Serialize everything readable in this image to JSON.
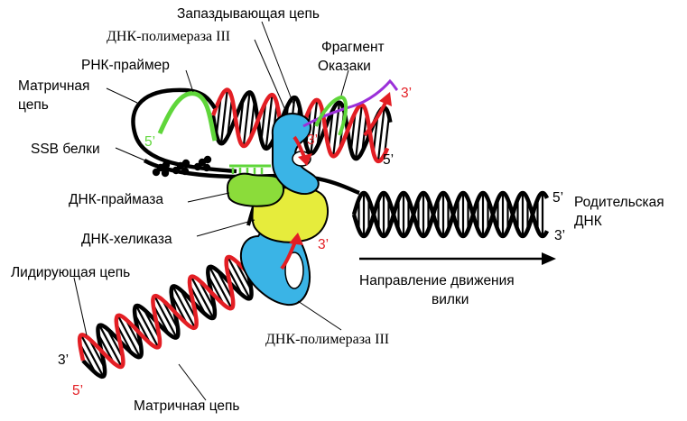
{
  "labels": {
    "lagging_strand": "Запаздывающая цепь",
    "polymerase_top": "ДНК-полимераза III",
    "okazaki_line1": "Фрагмент",
    "okazaki_line2": "Оказаки",
    "rna_primer": "РНК-праймер",
    "template_top_line1": "Матричная",
    "template_top_line2": "цепь",
    "ssb": "SSB белки",
    "primase": "ДНК-праймаза",
    "helicase": "ДНК-хеликаза",
    "leading_strand": "Лидирующая цепь",
    "polymerase_bottom": "ДНК-полимераза III",
    "template_bottom": "Матричная цепь",
    "parental_line1": "Родительская",
    "parental_line2": "ДНК",
    "direction_line1": "Направление движения",
    "direction_line2": "вилки"
  },
  "ends": {
    "five_green": "5’",
    "five_loop": "5’",
    "three_purple": "3’",
    "three_okazaki_red": "3’",
    "three_leading_red": "3’",
    "five_parent": "5’",
    "three_parent": "3’",
    "three_bottom": "3’",
    "five_bottom": "5’"
  },
  "colors": {
    "template": "#000000",
    "new_strand": "#e31e24",
    "rna_primer": "#5fd63a",
    "okazaki_purple": "#9b30d9",
    "polymerase": "#3ab4e6",
    "primase": "#8bdc3a",
    "helicase": "#e6ec3c"
  }
}
